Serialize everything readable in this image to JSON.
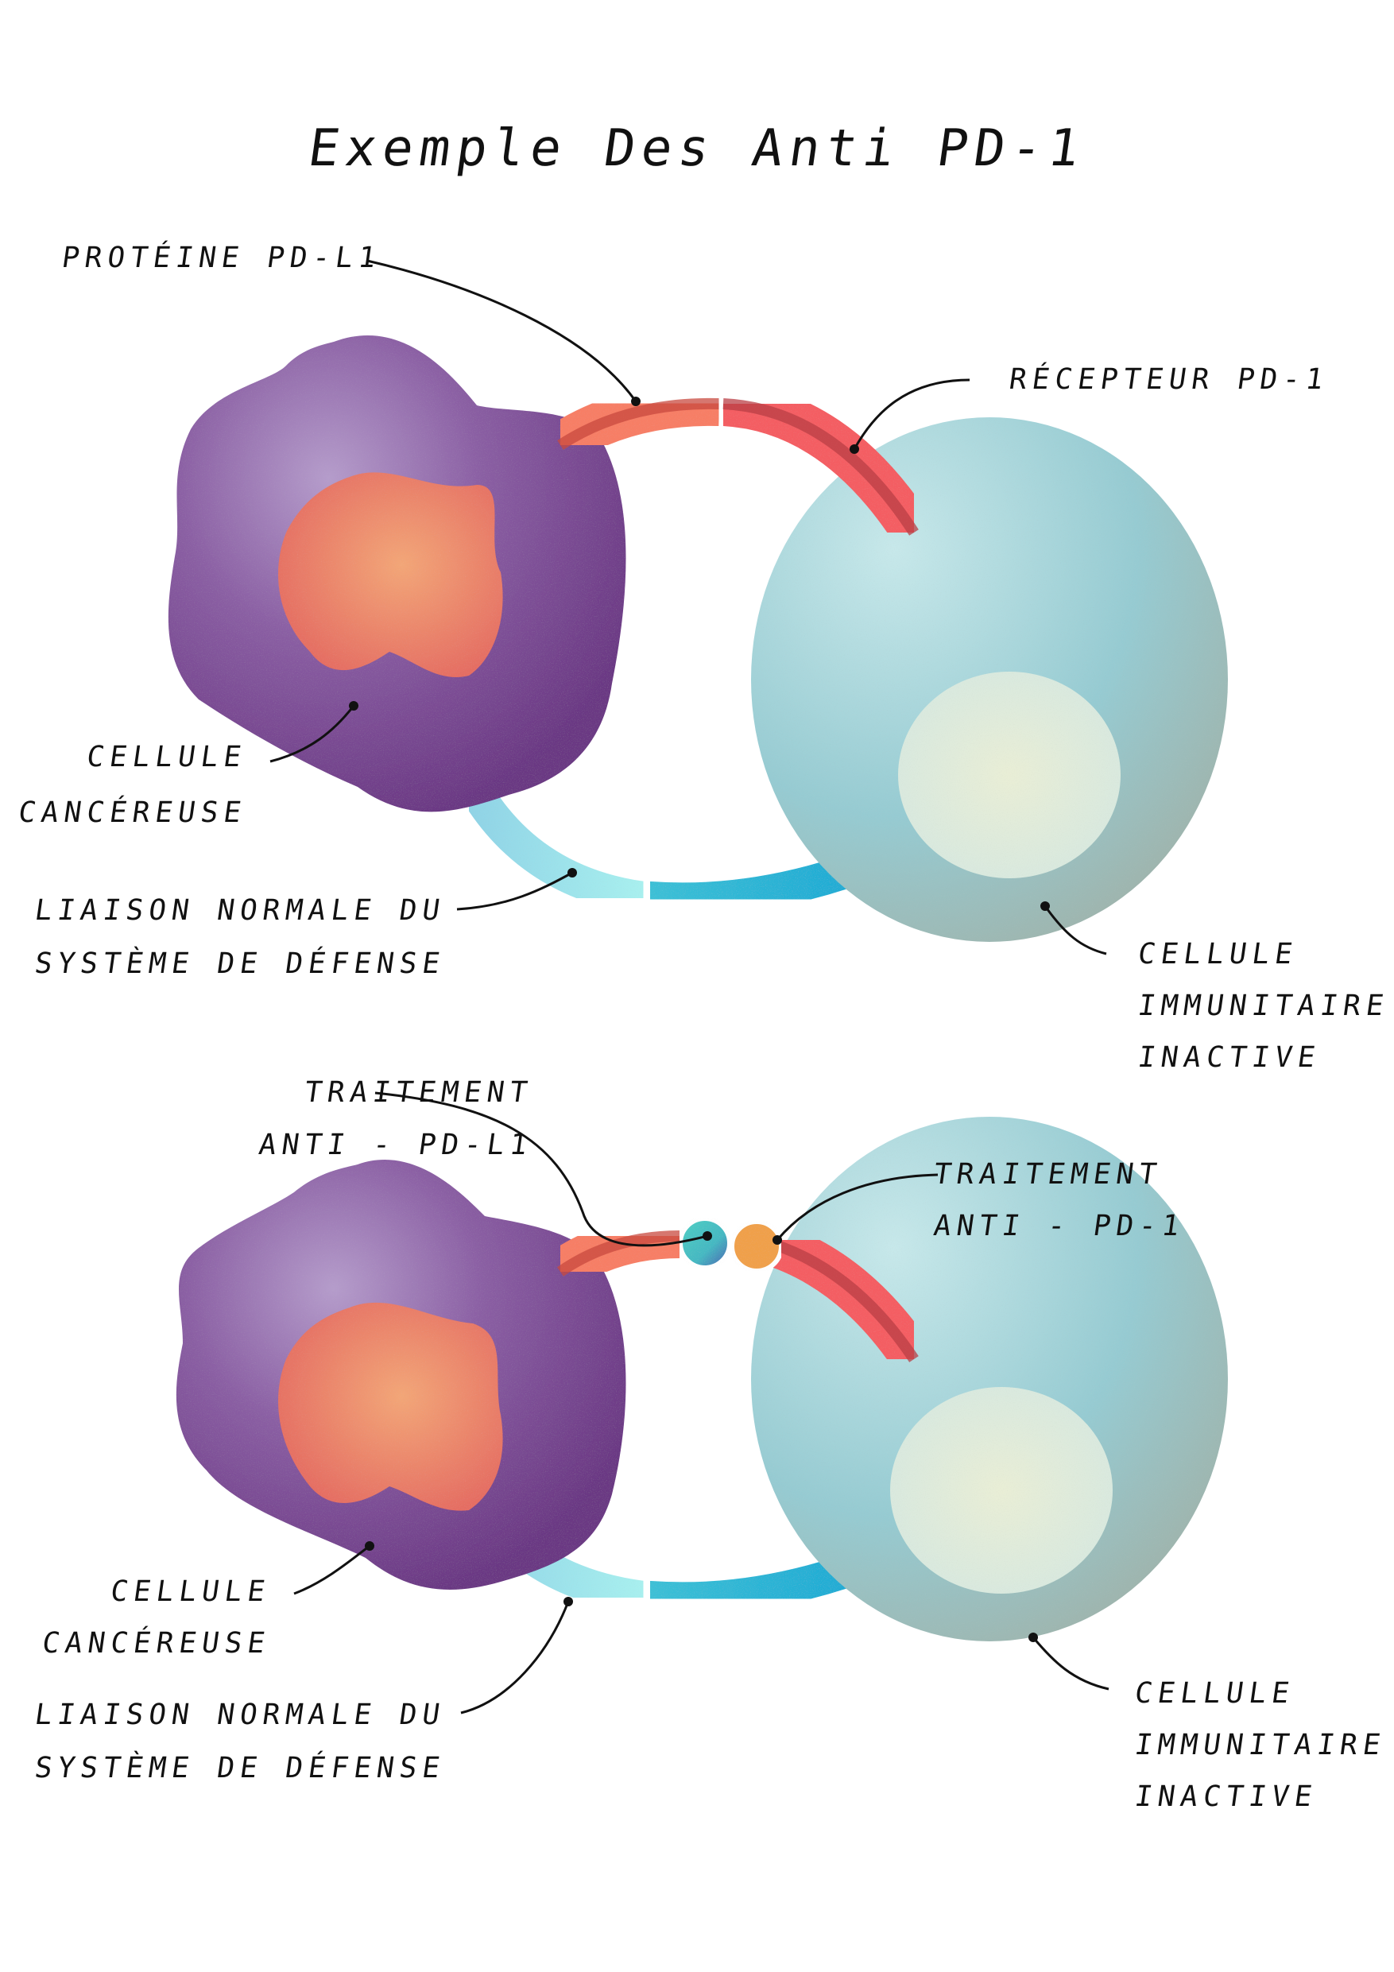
{
  "title": "Exemple Des Anti PD-1",
  "colors": {
    "cancer_cell": "#6e3a86",
    "cancer_cell_light": "#a88cbf",
    "nucleus": "#ee8a68",
    "immune_cell": "#9fcfd6",
    "immune_nucleus": "#e3ecd8",
    "pd_l1": "#f77b64",
    "pd_1": "#f45d62",
    "binding_light": "#9ee6ea",
    "binding_dark": "#25b2d3",
    "anti_pd_l1_dot": "#4ec6c4",
    "anti_pd_1_dot": "#f0a048",
    "ink": "#111111"
  },
  "panel_top": {
    "labels": {
      "pd_l1": "protéine PD-L1",
      "pd_1": "récepteur PD-1",
      "cancer_cell": [
        "cellule",
        "cancéreuse"
      ],
      "binding": [
        "liaison normale du",
        "système de défense"
      ],
      "immune_cell": [
        "cellule",
        "immunitaire",
        "inactive"
      ]
    }
  },
  "panel_bottom": {
    "labels": {
      "anti_pd_l1": [
        "traitement",
        "anti - PD-L1"
      ],
      "anti_pd_1": [
        "traitement",
        "anti - PD-1"
      ],
      "cancer_cell": [
        "cellule",
        "cancéreuse"
      ],
      "binding": [
        "liaison normale du",
        "système de défense"
      ],
      "immune_cell": [
        "cellule",
        "immunitaire",
        "inactive"
      ]
    }
  }
}
